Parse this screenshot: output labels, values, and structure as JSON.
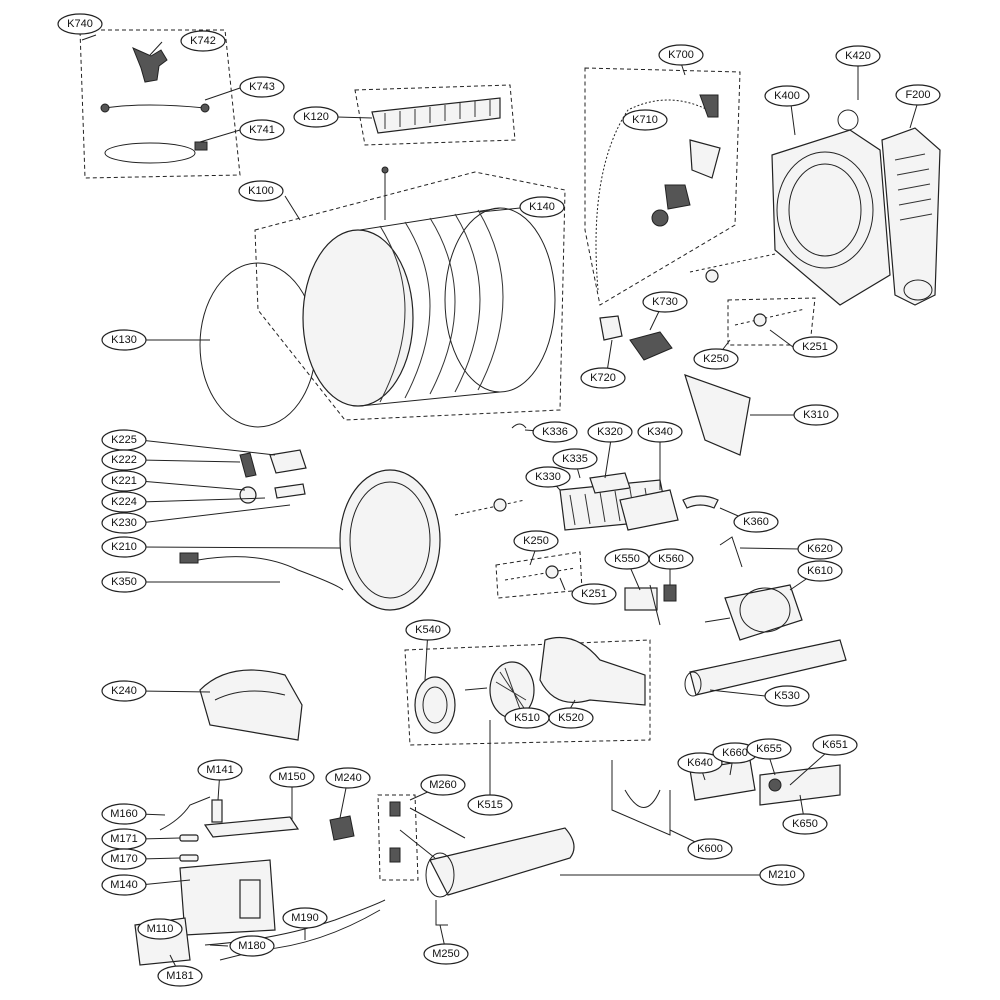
{
  "labels": {
    "K740": "K740",
    "K742": "K742",
    "K743": "K743",
    "K741": "K741",
    "K120": "K120",
    "K100": "K100",
    "K140": "K140",
    "K130": "K130",
    "K700": "K700",
    "K710": "K710",
    "K420": "K420",
    "K400": "K400",
    "F200": "F200",
    "K730": "K730",
    "K720": "K720",
    "K250a": "K250",
    "K251a": "K251",
    "K310": "K310",
    "K336": "K336",
    "K320": "K320",
    "K340": "K340",
    "K335": "K335",
    "K330": "K330",
    "K360": "K360",
    "K225": "K225",
    "K222": "K222",
    "K221": "K221",
    "K224": "K224",
    "K230": "K230",
    "K210": "K210",
    "K350": "K350",
    "K250b": "K250",
    "K251b": "K251",
    "K550": "K550",
    "K560": "K560",
    "K620": "K620",
    "K610": "K610",
    "K540": "K540",
    "K240": "K240",
    "K510": "K510",
    "K520": "K520",
    "K530": "K530",
    "K515": "K515",
    "K640": "K640",
    "K660": "K660",
    "K655": "K655",
    "K651": "K651",
    "K650": "K650",
    "K600": "K600",
    "M141": "M141",
    "M150": "M150",
    "M160": "M160",
    "M171": "M171",
    "M170": "M170",
    "M140": "M140",
    "M110": "M110",
    "M180": "M180",
    "M181": "M181",
    "M190": "M190",
    "M240": "M240",
    "M260": "M260",
    "M210": "M210",
    "M250": "M250"
  }
}
